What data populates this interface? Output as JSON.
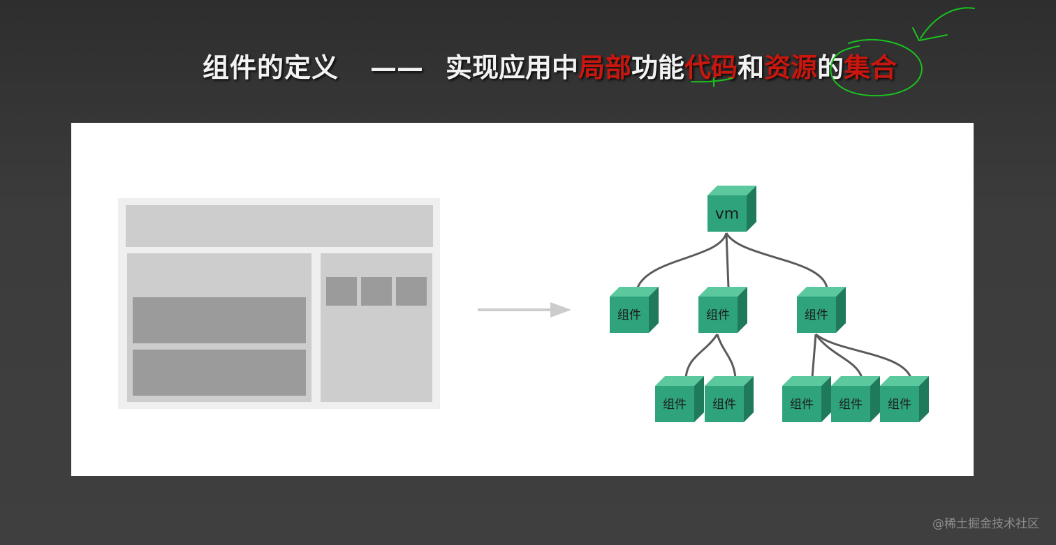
{
  "title": {
    "left": "组件的定义",
    "dash": "——",
    "right_parts": [
      {
        "text": "实现应用中",
        "color": "white"
      },
      {
        "text": "局部",
        "color": "red"
      },
      {
        "text": "功能",
        "color": "white"
      },
      {
        "text": "代码",
        "color": "red"
      },
      {
        "text": "和",
        "color": "white"
      },
      {
        "text": "资源",
        "color": "red"
      },
      {
        "text": "的",
        "color": "white"
      },
      {
        "text": "集合",
        "color": "red"
      }
    ]
  },
  "tree": {
    "root": "vm",
    "level1": [
      "组件",
      "组件",
      "组件"
    ],
    "level2_left": [
      "组件",
      "组件"
    ],
    "level2_right": [
      "组件",
      "组件",
      "组件"
    ]
  },
  "colors": {
    "cube_front": "#2fa37c",
    "cube_top": "#5cc89e",
    "cube_side": "#1f7a5b",
    "highlight_red": "#c8170f",
    "annotation_green": "#19c21e"
  },
  "watermark": "@稀土掘金技术社区"
}
